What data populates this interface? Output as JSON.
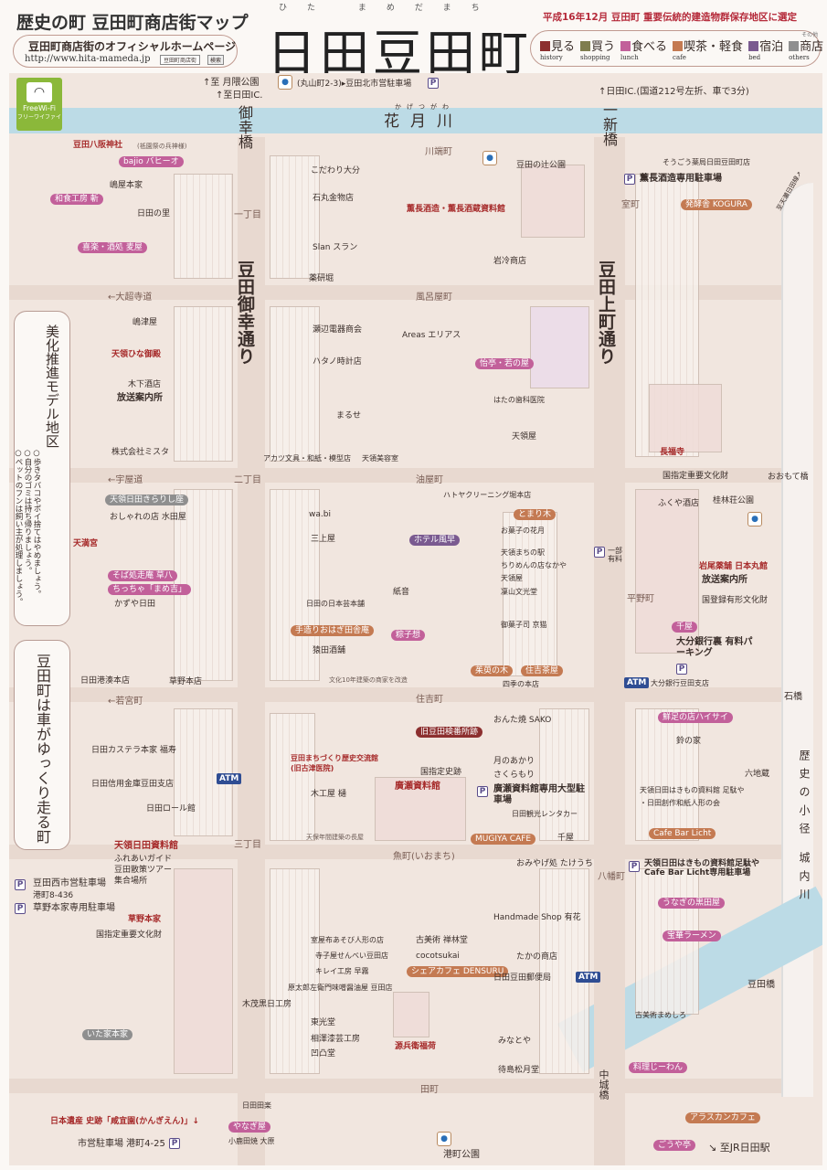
{
  "header": {
    "subtitle": "歴史の町 豆田町商店街マップ",
    "homepage_label": "豆田町商店街のオフィシャルホームページ",
    "url": "http://www.hita-mameda.jp",
    "search_box": "豆田町商店街",
    "search_button": "検索",
    "title": "日田豆田町",
    "title_ruby": "ひた まめだまち",
    "designation": "平成16年12月 豆田町 重要伝統的建造物群保存地区に選定"
  },
  "legend": [
    {
      "label": "見る",
      "en": "history",
      "color": "#8c2f2f"
    },
    {
      "label": "買う",
      "en": "shopping",
      "color": "#7f7d4e"
    },
    {
      "label": "食べる",
      "en": "lunch",
      "color": "#c2609a"
    },
    {
      "label": "喫茶・軽食",
      "en": "cafe",
      "color": "#c47a52"
    },
    {
      "label": "宿泊",
      "en": "bed",
      "color": "#7a5a90"
    },
    {
      "label": "商店・病院",
      "en": "others",
      "color": "#8f8f8f",
      "sup": "その他"
    }
  ],
  "wifi": {
    "label": "FreeWi-Fi",
    "sub": "フリーワイファイ"
  },
  "top_notes": {
    "to_park": "↑至 月隈公園",
    "to_ic_left": "↑至日田IC.",
    "parking_north": "(丸山町2-3)▸豆田北市営駐車場",
    "to_ic_right": "↑日田IC.(国道212号左折、車で3分)",
    "to_amagase": "至天瀬日田線↗"
  },
  "river": {
    "name": "花月川",
    "ruby": "かげつがわ",
    "castle_river": "歴史の小径 城内川"
  },
  "bridges": {
    "miyuki": "御幸橋",
    "isshin": "一新橋",
    "nakajo": "中城橋",
    "mameda": "豆田橋",
    "omote": "おおもて橋",
    "ishibashi": "石橋"
  },
  "streets": {
    "miyuki_dori": "豆田御幸通り",
    "kamimachi_dori": "豆田上町通り",
    "daichoji": "←大超寺道",
    "furoyamachi": "風呂屋町",
    "teraya": "←宇屋道",
    "aburayamachi": "油屋町",
    "wakamiya": "←若宮町",
    "sumiyoshi": "住吉町",
    "uomachi": "魚町(いおまち)",
    "tamachi": "田町",
    "kawabata": "川端町",
    "muromachi": "室町",
    "hiranomachi": "平野町",
    "hachimanmachi": "八幡町",
    "itchome": "一丁目",
    "nichome": "二丁目",
    "sanchome": "三丁目"
  },
  "boxes": {
    "bika_title": "美化推進モデル地区",
    "bika_notes": [
      "○歩きタバコやポイ捨てはやめましょう。",
      "○自分のゴミは持ち帰りましょう。",
      "○ペットのフンは飼い主が処理しましょう。"
    ],
    "slow_town": "豆田町は車がゆっくり走る町"
  },
  "places": {
    "yasaka": "豆田八阪神社",
    "yasaka_sub": "(祇園祭の兵神様)",
    "bajio": "bajio バヒーオ",
    "shimaya": "嶋屋本家",
    "zan": "和食工房 斬",
    "hita_sato": "日田の里",
    "mugiya": "喜楽・酒処 麦屋",
    "shimazuya": "嶋津屋",
    "hina": "天領ひな御殿",
    "kinoshita": "木下酒店",
    "broadcast1": "放送案内所",
    "mista": "株式会社ミスタ",
    "kirari": "天領日田きらりし座",
    "mizutaya": "おしゃれの店 水田屋",
    "tenmangu": "天満宮",
    "soba": "そば処走庵 草八",
    "mamekichi": "ちっちゃ「まめ吉」",
    "kazuya": "かずや日田",
    "minatoya_honten": "日田港湊本店",
    "kusano_shop": "草野本店",
    "castella": "日田カステラ本家 福寿",
    "shinkin": "日田信用金庫豆田支店",
    "roll": "日田ロール館",
    "shiryokan": "天領日田資料館",
    "guide1": "ふれあいガイド",
    "guide2": "豆田散策ツアー",
    "guide3": "集合場所",
    "west_parking": "豆田西市営駐車場",
    "west_parking_addr": "港町8-436",
    "kusano_parking": "草野本家専用駐車場",
    "kusano": "草野本家",
    "important1": "国指定重要文化財",
    "itaya": "いた家本家",
    "kangien": "日本遺産 史跡「咸宜園(かんぎえん)」↓",
    "city_parking": "市営駐車場 港町4-25",
    "kodawari": "こだわり大分",
    "ishimaru": "石丸金物店",
    "slan": "Slan スラン",
    "yakenbori": "薬研堀",
    "setabe": "瀬辺電器商会",
    "hatano_clock": "ハタノ時計店",
    "areas": "Areas エリアス",
    "maruse": "まるせ",
    "akatsu": "アカツ文具・和紙・模型店",
    "biyoshitsu": "天領美容室",
    "wabi": "wa.bi",
    "mikamiya": "三上屋",
    "hotel": "ホテル風早",
    "honpo": "日田の日本芸本舗",
    "inakaan": "手造りおはぎ田舎庵",
    "sakata": "猿田酒舗",
    "shion": "紙音",
    "chimaki": "粽子想",
    "bunka": "文化10年建築の商家を改造",
    "kenban": "旧豆田検番所跡",
    "koryukan": "豆田まちづくり歴史交流館",
    "koryukan_sub": "(旧古津医院)",
    "mokkoya": "木工屋 樋",
    "nagaya": "天保年間建築の長屋",
    "hirose": "廣瀬資料館",
    "shiseki": "国指定史跡",
    "sako": "おんた焼 SAKO",
    "tsuki": "月のあかり",
    "sakuramori": "さくらもり",
    "hirose_parking": "廣瀬資料館専用大型駐車場",
    "rentacar": "日田観光レンタカー",
    "mugiya_cafe": "MUGIYA CAFE",
    "senya1": "千屋",
    "takeuchi": "おみやげ処 たけうち",
    "yuka": "Handmade Shop 有花",
    "zenrindo": "古美術 禅林堂",
    "cocotsukai": "cocotsukai",
    "densuru": "シェアカフェ DENSURU",
    "ningyo": "室屋布あそび人形の店",
    "senbei": "寺子屋せんべい豆田店",
    "kirei": "キレイ工房 早霧",
    "miso": "原太郎左衛門味噌醤油屋 豆田店",
    "genbei": "源兵衛福荷",
    "takano": "たかの商店",
    "post": "日田豆田郵便局",
    "kimo": "木茂黒日工房",
    "tokodo": "東光堂",
    "aizawa": "相澤漆芸工房",
    "ototsu": "凹凸堂",
    "minatoya": "みなとや",
    "shogetsudo": "待島松月堂",
    "minatomachi_park": "港町公園",
    "yanagiya": "やなぎ屋",
    "ohara": "小鹿田焼 大原",
    "dengaku": "日田田楽",
    "tsuji_park": "豆田の辻公園",
    "kuncho": "薫長酒造・薫長酒蔵資料館",
    "iwasa": "岩冷商店",
    "itei": "怡亭・若の屋",
    "dental": "はたの歯科医院",
    "tenryoya": "天領屋",
    "hatoya": "ハトヤクリーニング堀本店",
    "tomarigi": "とまり木",
    "kagetsu": "お菓子の花月",
    "michinoeki": "天領まちの駅",
    "nakaya": "ちりめんの店なかや",
    "bunkodo": "凜山文光堂",
    "kyoneko": "御菓子司 京猫",
    "partly_paid": "一部有料",
    "gumi": "茱萸の木",
    "sumiyoshi_chaya": "住吉茶屋",
    "shiki": "四季の本店",
    "sogo": "そうごう薬局日田豆田町店",
    "kuncho_parking": "薫長酒造専用駐車場",
    "kogura": "発酵舎 KOGURA",
    "chofukuji": "長福寺",
    "important2": "国指定重要文化財",
    "fukuya": "ふくや酒店",
    "keirinso": "桂林荘公園",
    "iwao": "岩尾薬舗 日本丸館",
    "broadcast2": "放送案内所",
    "registered": "国登録有形文化財",
    "senya2": "千屋",
    "oita_parking": "大分銀行裏 有料パーキング",
    "oita_bank": "大分銀行豆田支店",
    "haisai": "鮮足の店ハイサイ",
    "suzunoya": "鈴の家",
    "rokujizo": "六地蔵",
    "hakimono": "天領日田はきもの資料館 足駄や",
    "washi": "・日田創作和紙人形の会",
    "licht": "Cafe Bar Licht",
    "licht_parking": "天領日田はきもの資料館足駄や Cafe Bar Licht専用駐車場",
    "kurodaya": "うなぎの黒田屋",
    "hoka": "宝華ラーメン",
    "mameshiro": "古美術まめしろ",
    "jiwan": "料理じーわん",
    "alaskan": "アラスカンカフェ",
    "goyatei": "ごうや亭",
    "to_station": "↘ 至JR日田駅"
  },
  "atm": "ATM",
  "parking": "P"
}
